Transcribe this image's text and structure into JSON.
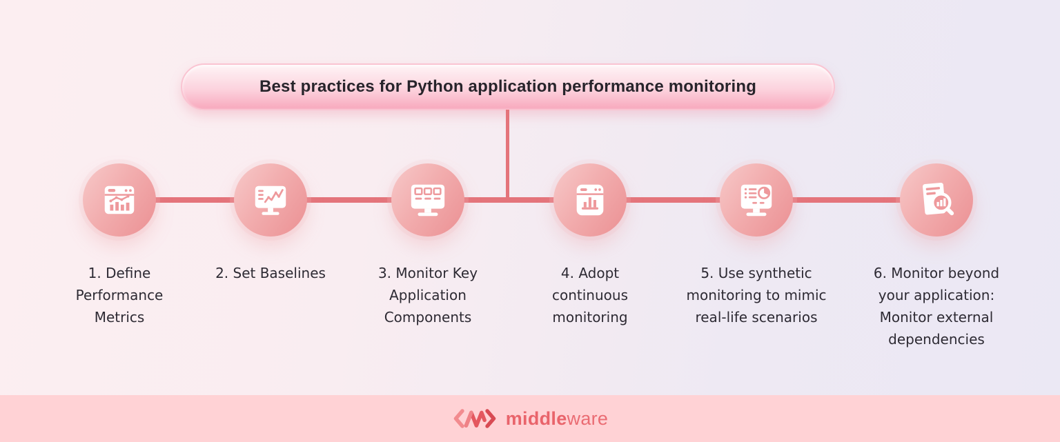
{
  "title": "Best practices for Python application performance monitoring",
  "steps": [
    {
      "icon": "browser-analytics-icon",
      "lines": [
        "1. Define",
        "Performance",
        "Metrics"
      ]
    },
    {
      "icon": "monitor-line-chart-icon",
      "lines": [
        "2. Set Baselines"
      ]
    },
    {
      "icon": "monitor-components-icon",
      "lines": [
        "3. Monitor Key",
        "Application",
        "Components"
      ]
    },
    {
      "icon": "browser-bar-chart-icon",
      "lines": [
        "4. Adopt",
        "continuous",
        "monitoring"
      ]
    },
    {
      "icon": "monitor-report-pie-icon",
      "lines": [
        "5. Use synthetic",
        "monitoring to mimic",
        "real-life scenarios"
      ]
    },
    {
      "icon": "document-magnifier-icon",
      "lines": [
        "6. Monitor beyond",
        "your application:",
        "Monitor external",
        "dependencies"
      ]
    }
  ],
  "footer": {
    "brand_bold": "middle",
    "brand_light": "ware"
  },
  "colors": {
    "background_left": "#fceef1",
    "background_right": "#ebe8f4",
    "pill_top": "#fef4f6",
    "pill_bottom": "#f8a9bd",
    "connector": "#e4747b",
    "circle_light": "#f7c9c9",
    "circle_dark": "#eb9093",
    "icon_detail": "#ee999c",
    "label_text": "#2d2a33",
    "footer_bg": "#ffd2d5",
    "brand_text": "#e9646b"
  }
}
